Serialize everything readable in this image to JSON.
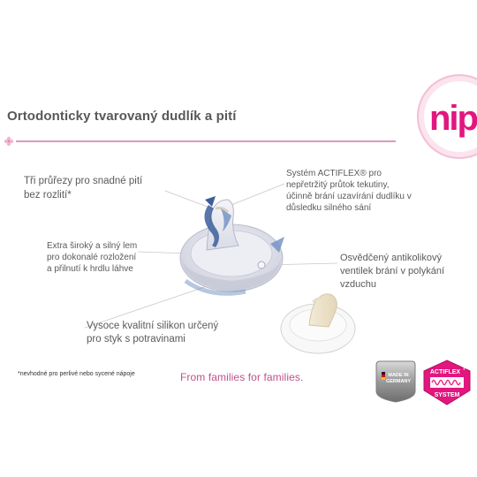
{
  "logo": {
    "text": "nip",
    "registered": "®",
    "color": "#e2167e"
  },
  "headline": "Ortodonticky tvarovaný dudlík a pití",
  "callouts": {
    "cross_cuts": [
      "Tři průřezy pro snadné pití",
      "bez rozlití*"
    ],
    "actiflex_system": [
      "Systém ACTIFLEX® pro",
      "nepřetržitý průtok tekutiny,",
      "účinně brání uzavírání dudlíku v",
      "důsledku silného sání"
    ],
    "rim": [
      "Extra široký a silný lem",
      "pro dokonalé rozložení",
      "a přilnutí k hrdlu láhve"
    ],
    "valve": [
      "Osvědčený antikolikový",
      "ventilek brání v polykání",
      "vzduchu"
    ],
    "silicone": [
      "Vysoce kvalitní silikon určený",
      "pro styk s potravinami"
    ]
  },
  "footnote": "*nevhodné pro perlivé nebo sycené nápoje",
  "slogan": "From families for families.",
  "badges": {
    "made_in": [
      "MADE IN",
      "GERMANY"
    ],
    "actiflex": {
      "title": "ACTIFLEX",
      "registered": "®",
      "subtitle": "SYSTEM"
    }
  },
  "colors": {
    "accent_pink": "#c0508a",
    "brand_magenta": "#e2167e",
    "flow_blue": "#3b5e9c",
    "arrow_blue": "#6f8fc2"
  },
  "icons": [
    "flower-icon",
    "flow-arrow-icon",
    "german-flag-icon",
    "wave-icon"
  ]
}
